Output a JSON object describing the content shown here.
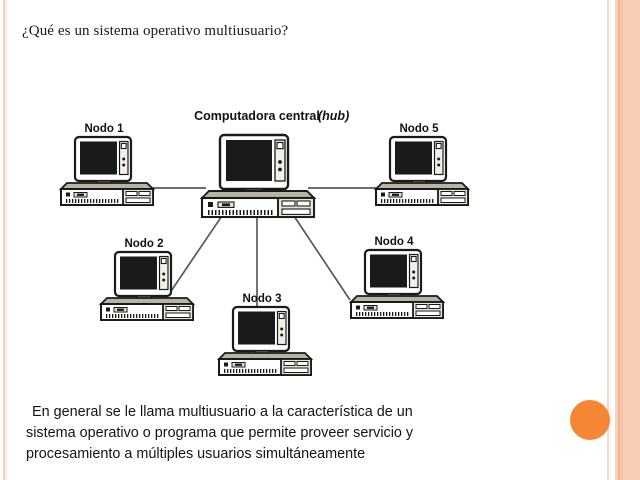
{
  "slide": {
    "title": "¿Qué es un sistema operativo multiusuario?",
    "accent_color": "#f58634",
    "band_color": "#f9cdb5",
    "background": "#ffffff"
  },
  "diagram": {
    "name": "network-star-topology-diagram",
    "hub": {
      "label_main": "Computadora central",
      "label_italic": "(hub)"
    },
    "nodes": [
      {
        "label": "Nodo 1"
      },
      {
        "label": "Nodo 5"
      },
      {
        "label": "Nodo 2"
      },
      {
        "label": "Nodo 4"
      },
      {
        "label": "Nodo 3"
      }
    ]
  },
  "body": {
    "lines": [
      "En general se le llama multiusuario a la característica de un",
      "sistema operativo o programa que permite proveer servicio y",
      "procesamiento a múltiples usuarios simultáneamente"
    ]
  }
}
